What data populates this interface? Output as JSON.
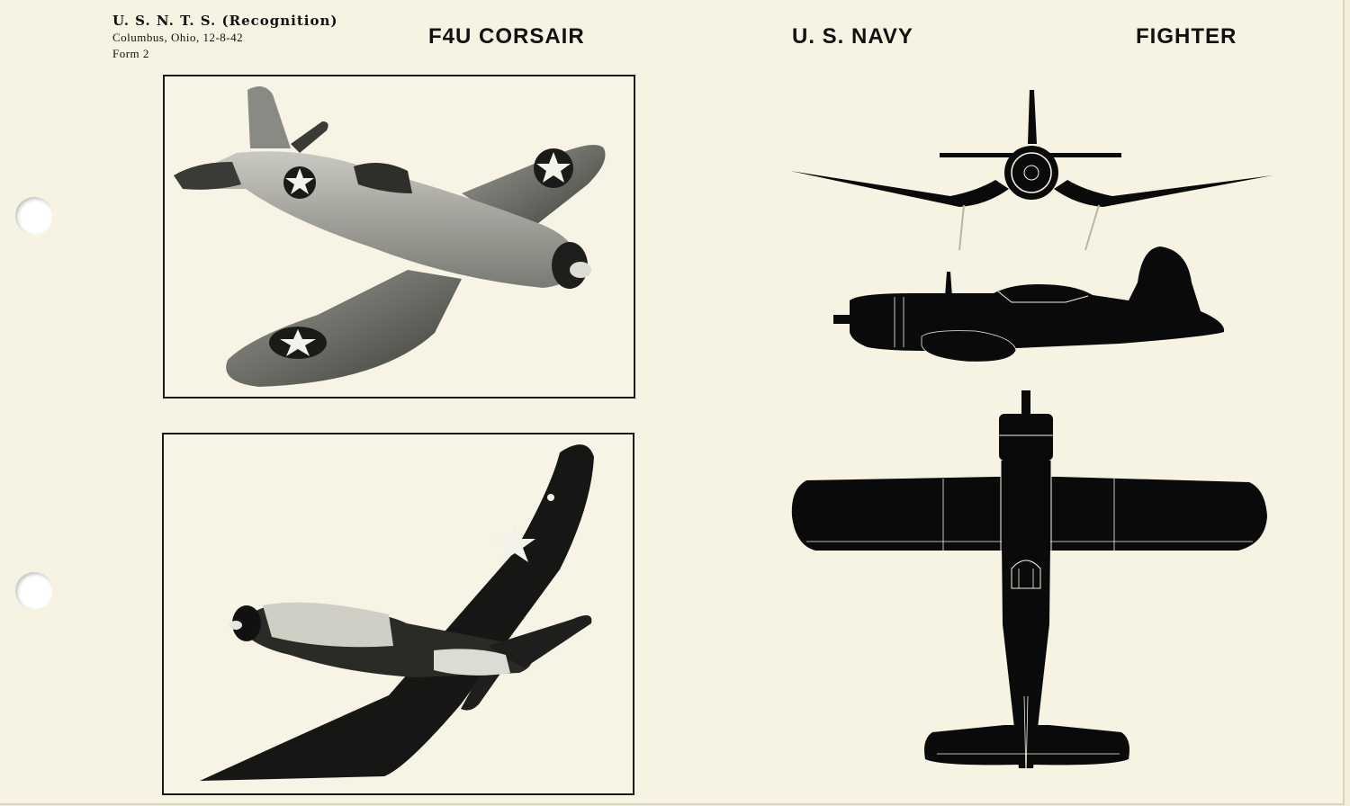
{
  "header": {
    "organization": "U. S. N. T. S. (Recognition)",
    "location_date": "Columbus, Ohio, 12-8-42",
    "form": "Form 2"
  },
  "titles": {
    "aircraft": "F4U CORSAIR",
    "service": "U. S. NAVY",
    "role": "FIGHTER"
  },
  "colors": {
    "paper": "#f6f3e2",
    "ink": "#111111"
  },
  "icons": {
    "front_view": "aircraft-front-silhouette",
    "side_view": "aircraft-side-silhouette",
    "top_view": "aircraft-top-silhouette",
    "insignia": "star-insignia"
  }
}
